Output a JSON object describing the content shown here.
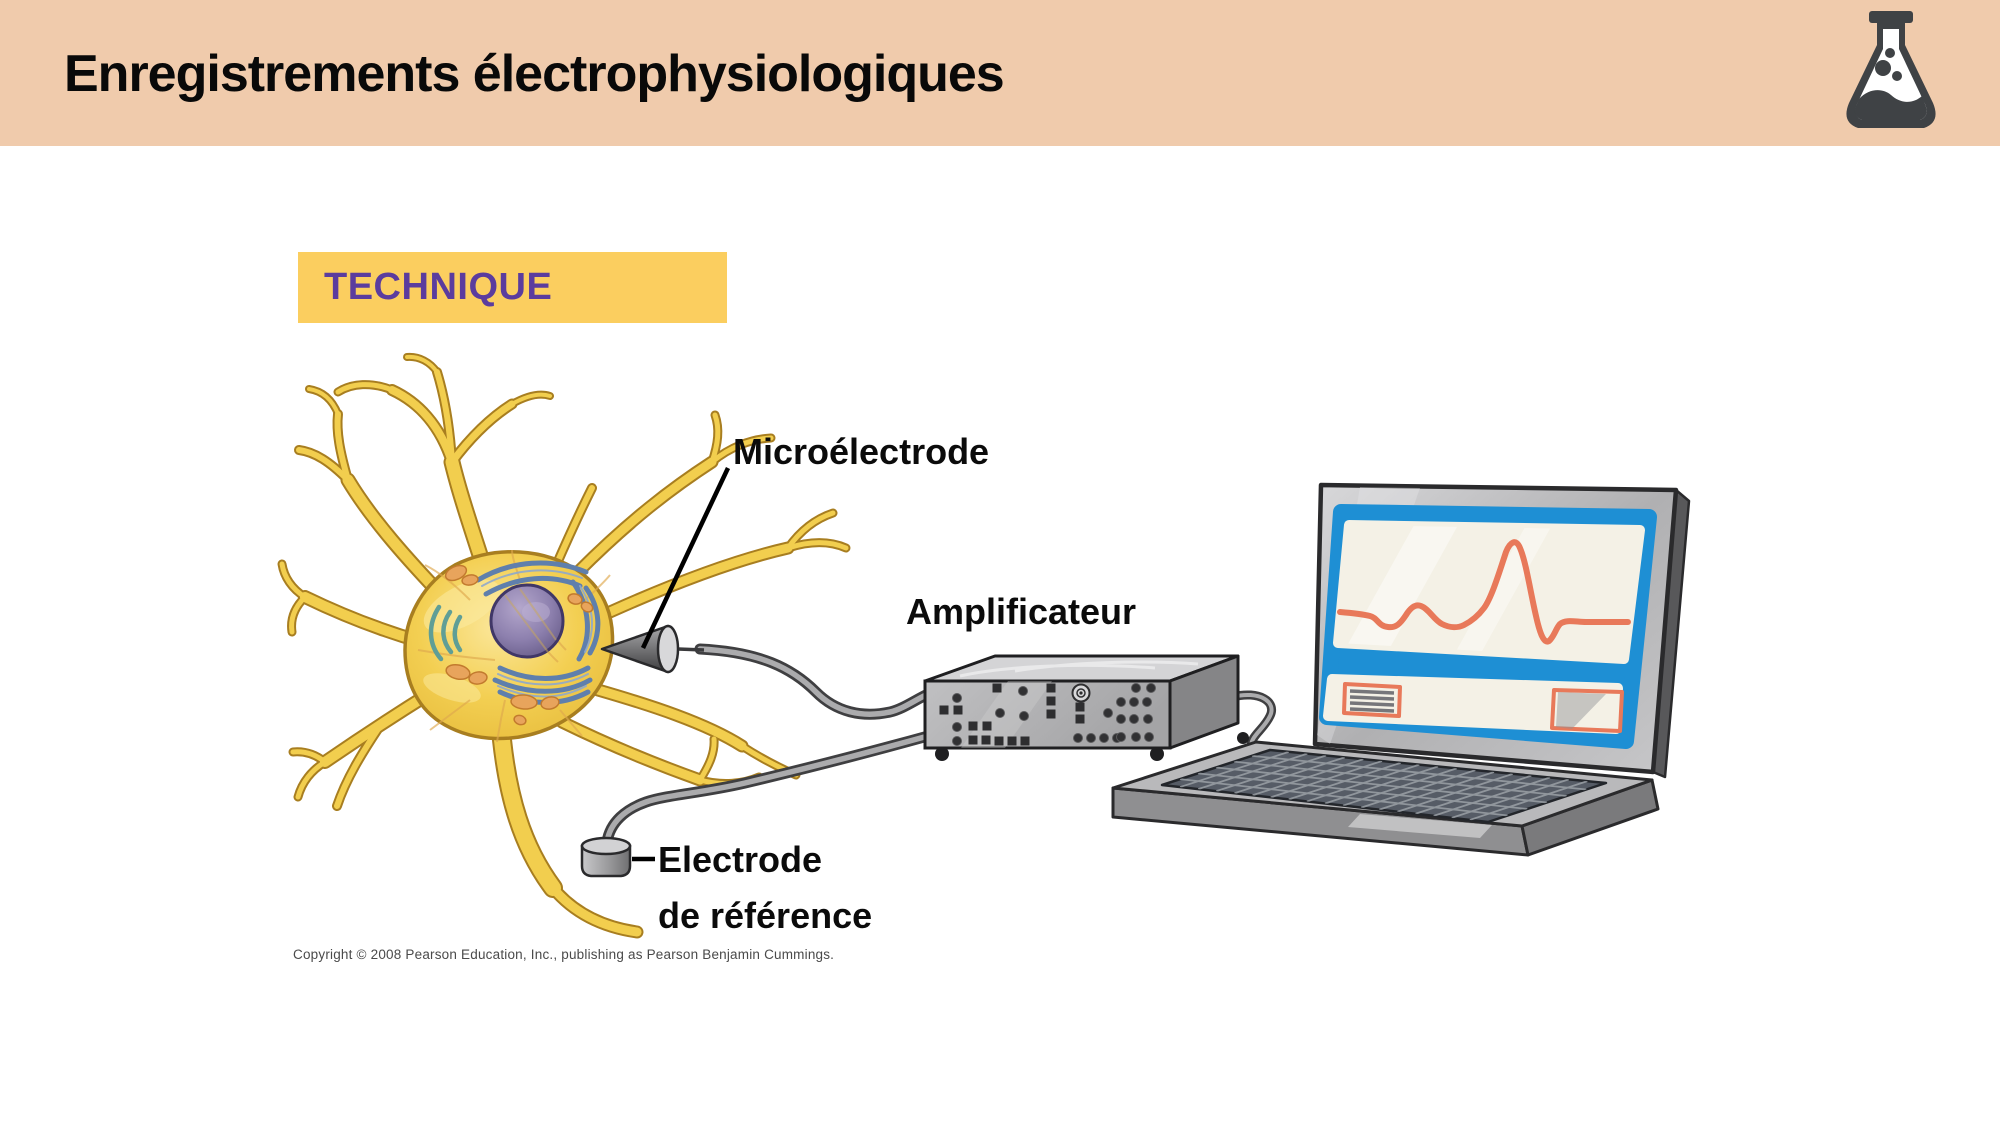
{
  "slide": {
    "title": "Enregistrements électrophysiologiques",
    "technique_label": "TECHNIQUE",
    "labels": {
      "microelectrode": "Microélectrode",
      "amplifier": "Amplificateur",
      "reference_line1": "Electrode",
      "reference_line2": "de référence"
    },
    "copyright": "Copyright © 2008 Pearson Education, Inc., publishing as Pearson Benjamin Cummings.",
    "icons": [
      "flask-icon"
    ],
    "colors": {
      "header_bg": "#F0CBAC",
      "technique_bg": "#FBCE5F",
      "technique_text": "#5B3C9E",
      "neuron_yellow": "#F2CE4E",
      "neuron_outline": "#A87E20",
      "nucleus_purple": "#8D80AE",
      "screen_blue": "#1E8FD4",
      "trace_salmon": "#E8795A",
      "screen_cream": "#F4F1E6",
      "device_gray": "#B3B3B5"
    }
  }
}
